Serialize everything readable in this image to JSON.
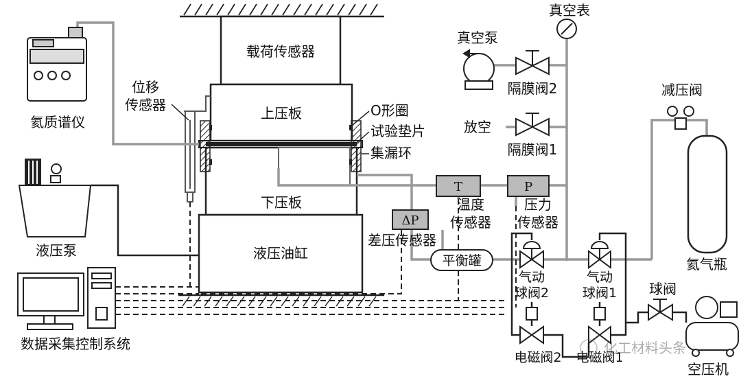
{
  "labels": {
    "load_sensor": "载荷传感器",
    "upper_plate": "上压板",
    "lower_plate": "下压板",
    "hydraulic_cylinder": "液压油缸",
    "displacement_sensor_1": "位移",
    "displacement_sensor_2": "传感器",
    "helium_ms": "氦质谱仪",
    "hydraulic_pump": "液压泵",
    "daq_system": "数据采集控制系统",
    "o_ring": "O形圈",
    "test_gasket": "试验垫片",
    "leak_ring": "集漏环",
    "vacuum_pump": "真空泵",
    "vacuum_gauge": "真空表",
    "diaphragm_valve_2": "隔膜阀2",
    "vent": "放空",
    "diaphragm_valve_1": "隔膜阀1",
    "pressure_reducing_valve": "减压阀",
    "helium_cylinder": "氦气瓶",
    "temperature_sensor_1": "温度",
    "temperature_sensor_2": "传感器",
    "pressure_sensor_1": "压力",
    "pressure_sensor_2": "传感器",
    "diff_pressure_sensor": "差压传感器",
    "balance_tank": "平衡罐",
    "pneumatic_ball_valve_2a": "气动",
    "pneumatic_ball_valve_2b": "球阀2",
    "pneumatic_ball_valve_1a": "气动",
    "pneumatic_ball_valve_1b": "球阀1",
    "ball_valve": "球阀",
    "solenoid_valve_2": "电磁阀2",
    "solenoid_valve_1": "电磁阀1",
    "air_compressor": "空压机",
    "watermark": "化工材料头条"
  },
  "boxes": {
    "temperature": "T",
    "pressure": "P",
    "diff_pressure": "ΔP"
  }
}
